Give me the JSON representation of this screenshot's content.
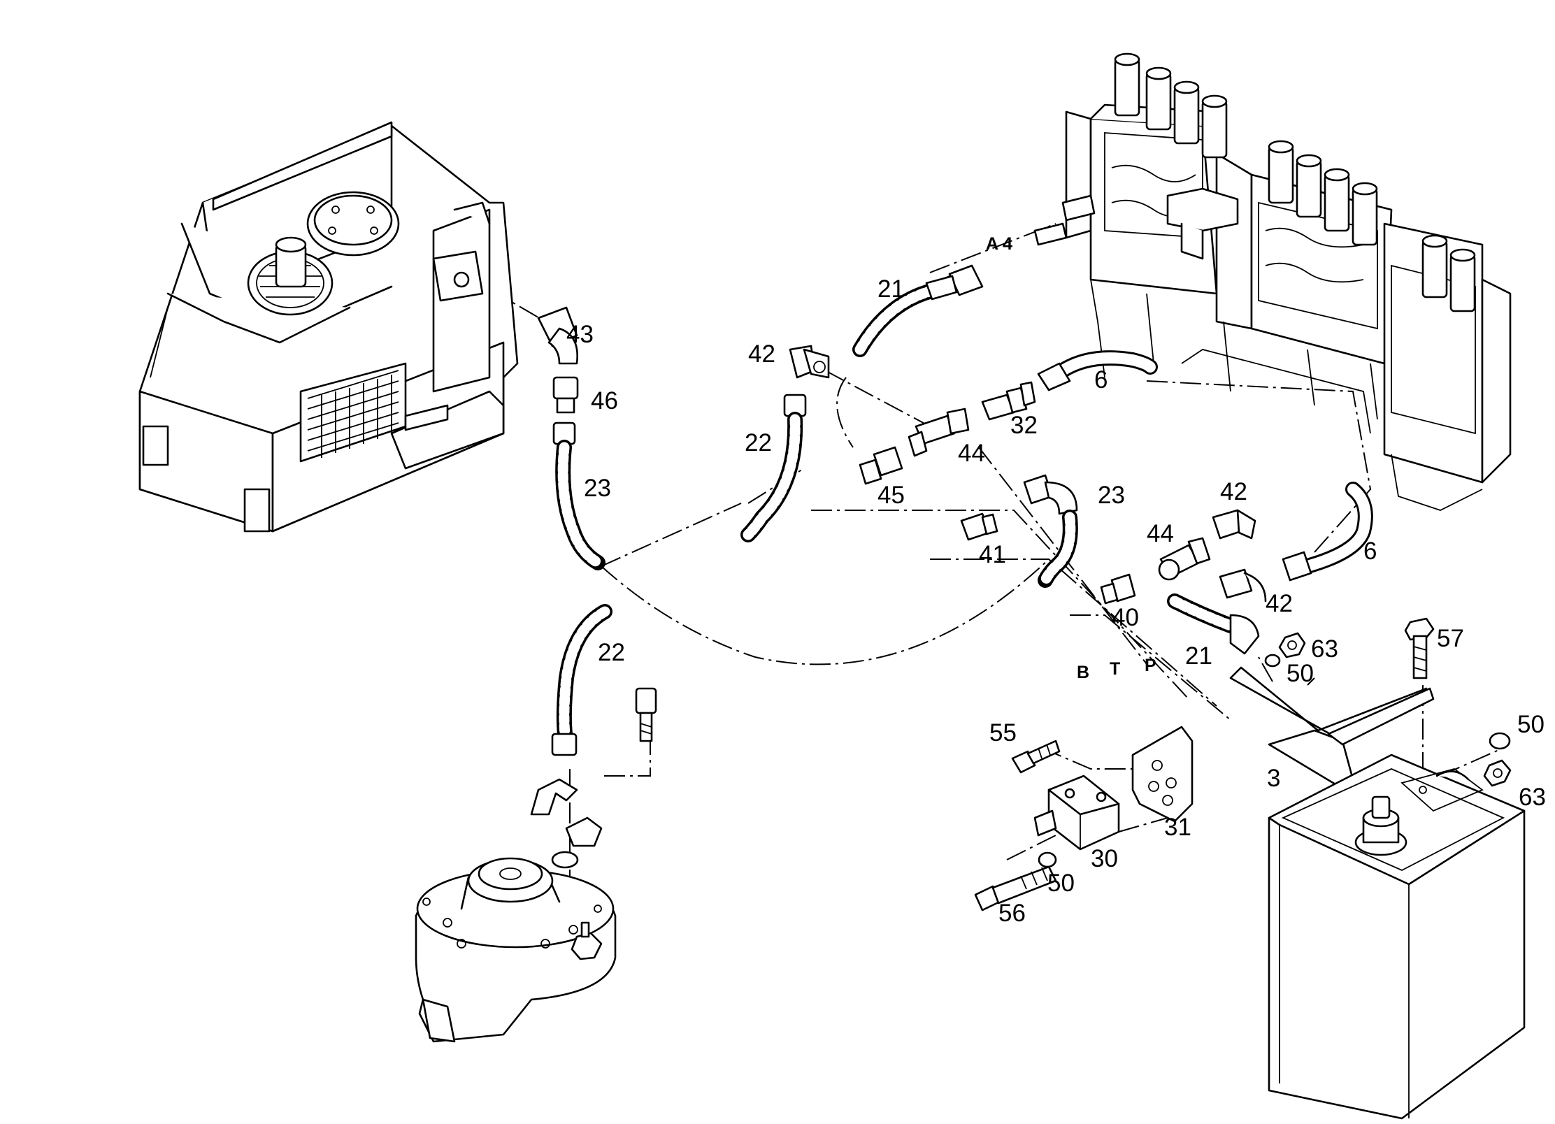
{
  "diagram": {
    "part_labels": [
      {
        "id": "43a",
        "text": "43"
      },
      {
        "id": "46a",
        "text": "46"
      },
      {
        "id": "23a",
        "text": "23"
      },
      {
        "id": "42a",
        "text": "42"
      },
      {
        "id": "22a",
        "text": "22"
      },
      {
        "id": "21a",
        "text": "21"
      },
      {
        "id": "45a",
        "text": "45"
      },
      {
        "id": "44a",
        "text": "44"
      },
      {
        "id": "32a",
        "text": "32"
      },
      {
        "id": "6a",
        "text": "6"
      },
      {
        "id": "23b",
        "text": "23"
      },
      {
        "id": "41a",
        "text": "41"
      },
      {
        "id": "42b",
        "text": "42"
      },
      {
        "id": "44b",
        "text": "44"
      },
      {
        "id": "6b",
        "text": "6"
      },
      {
        "id": "42c",
        "text": "42"
      },
      {
        "id": "40a",
        "text": "40"
      },
      {
        "id": "21b",
        "text": "21"
      },
      {
        "id": "63a",
        "text": "63"
      },
      {
        "id": "50a",
        "text": "50"
      },
      {
        "id": "57a",
        "text": "57"
      },
      {
        "id": "22b",
        "text": "22"
      },
      {
        "id": "55a",
        "text": "55"
      },
      {
        "id": "3a",
        "text": "3"
      },
      {
        "id": "31a",
        "text": "31"
      },
      {
        "id": "30a",
        "text": "30"
      },
      {
        "id": "50b",
        "text": "50"
      },
      {
        "id": "56a",
        "text": "56"
      },
      {
        "id": "50c",
        "text": "50"
      },
      {
        "id": "63b",
        "text": "63"
      }
    ],
    "port_labels": [
      {
        "id": "A4",
        "text": "A 4"
      },
      {
        "id": "B",
        "text": "B"
      },
      {
        "id": "T",
        "text": "T"
      },
      {
        "id": "P",
        "text": "P"
      }
    ]
  }
}
